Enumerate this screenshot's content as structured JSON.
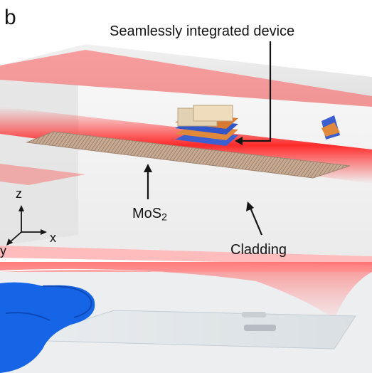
{
  "panel_label": "b",
  "annotations": {
    "device": "Seamlessly integrated device",
    "material": "MoS",
    "material_subscript": "2",
    "cladding": "Cladding"
  },
  "axes": {
    "z": "z",
    "x": "x",
    "y": "y"
  },
  "colors": {
    "laser": "#ff2a2a",
    "glove": "#1565e6",
    "cladding_edge": "#ff6b6b"
  }
}
